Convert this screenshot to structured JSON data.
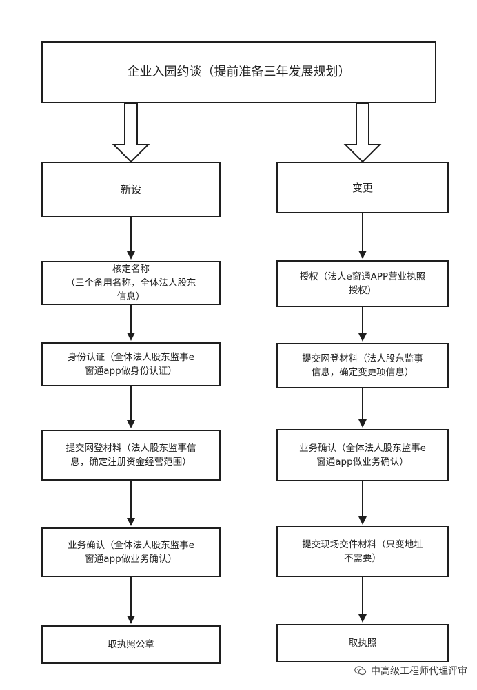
{
  "top": {
    "label": "企业入园约谈（提前准备三年发展规划）"
  },
  "left": {
    "header": "新设",
    "steps": [
      "核定名称\n（三个备用名称，全体法人股东\n信息）",
      "身份认证（全体法人股东监事e\n窗通app做身份认证）",
      "提交网登材料（法人股东监事信\n息，确定注册资金经营范围）",
      "业务确认（全体法人股东监事e\n窗通app做业务确认）",
      "取执照公章"
    ]
  },
  "right": {
    "header": "变更",
    "steps": [
      "授权（法人e窗通APP营业执照\n授权）",
      "提交网登材料（法人股东监事\n信息，确定变更项信息）",
      "业务确认（全体法人股东监事e\n窗通app做业务确认）",
      "提交现场交件材料（只变地址\n不需要）",
      "取执照"
    ]
  },
  "watermark": {
    "text": "中高级工程师代理评审",
    "icon": "wechat-icon"
  },
  "colors": {
    "border": "#1e1e1e",
    "arrow": "#1e1e1e",
    "background": "#ffffff"
  }
}
